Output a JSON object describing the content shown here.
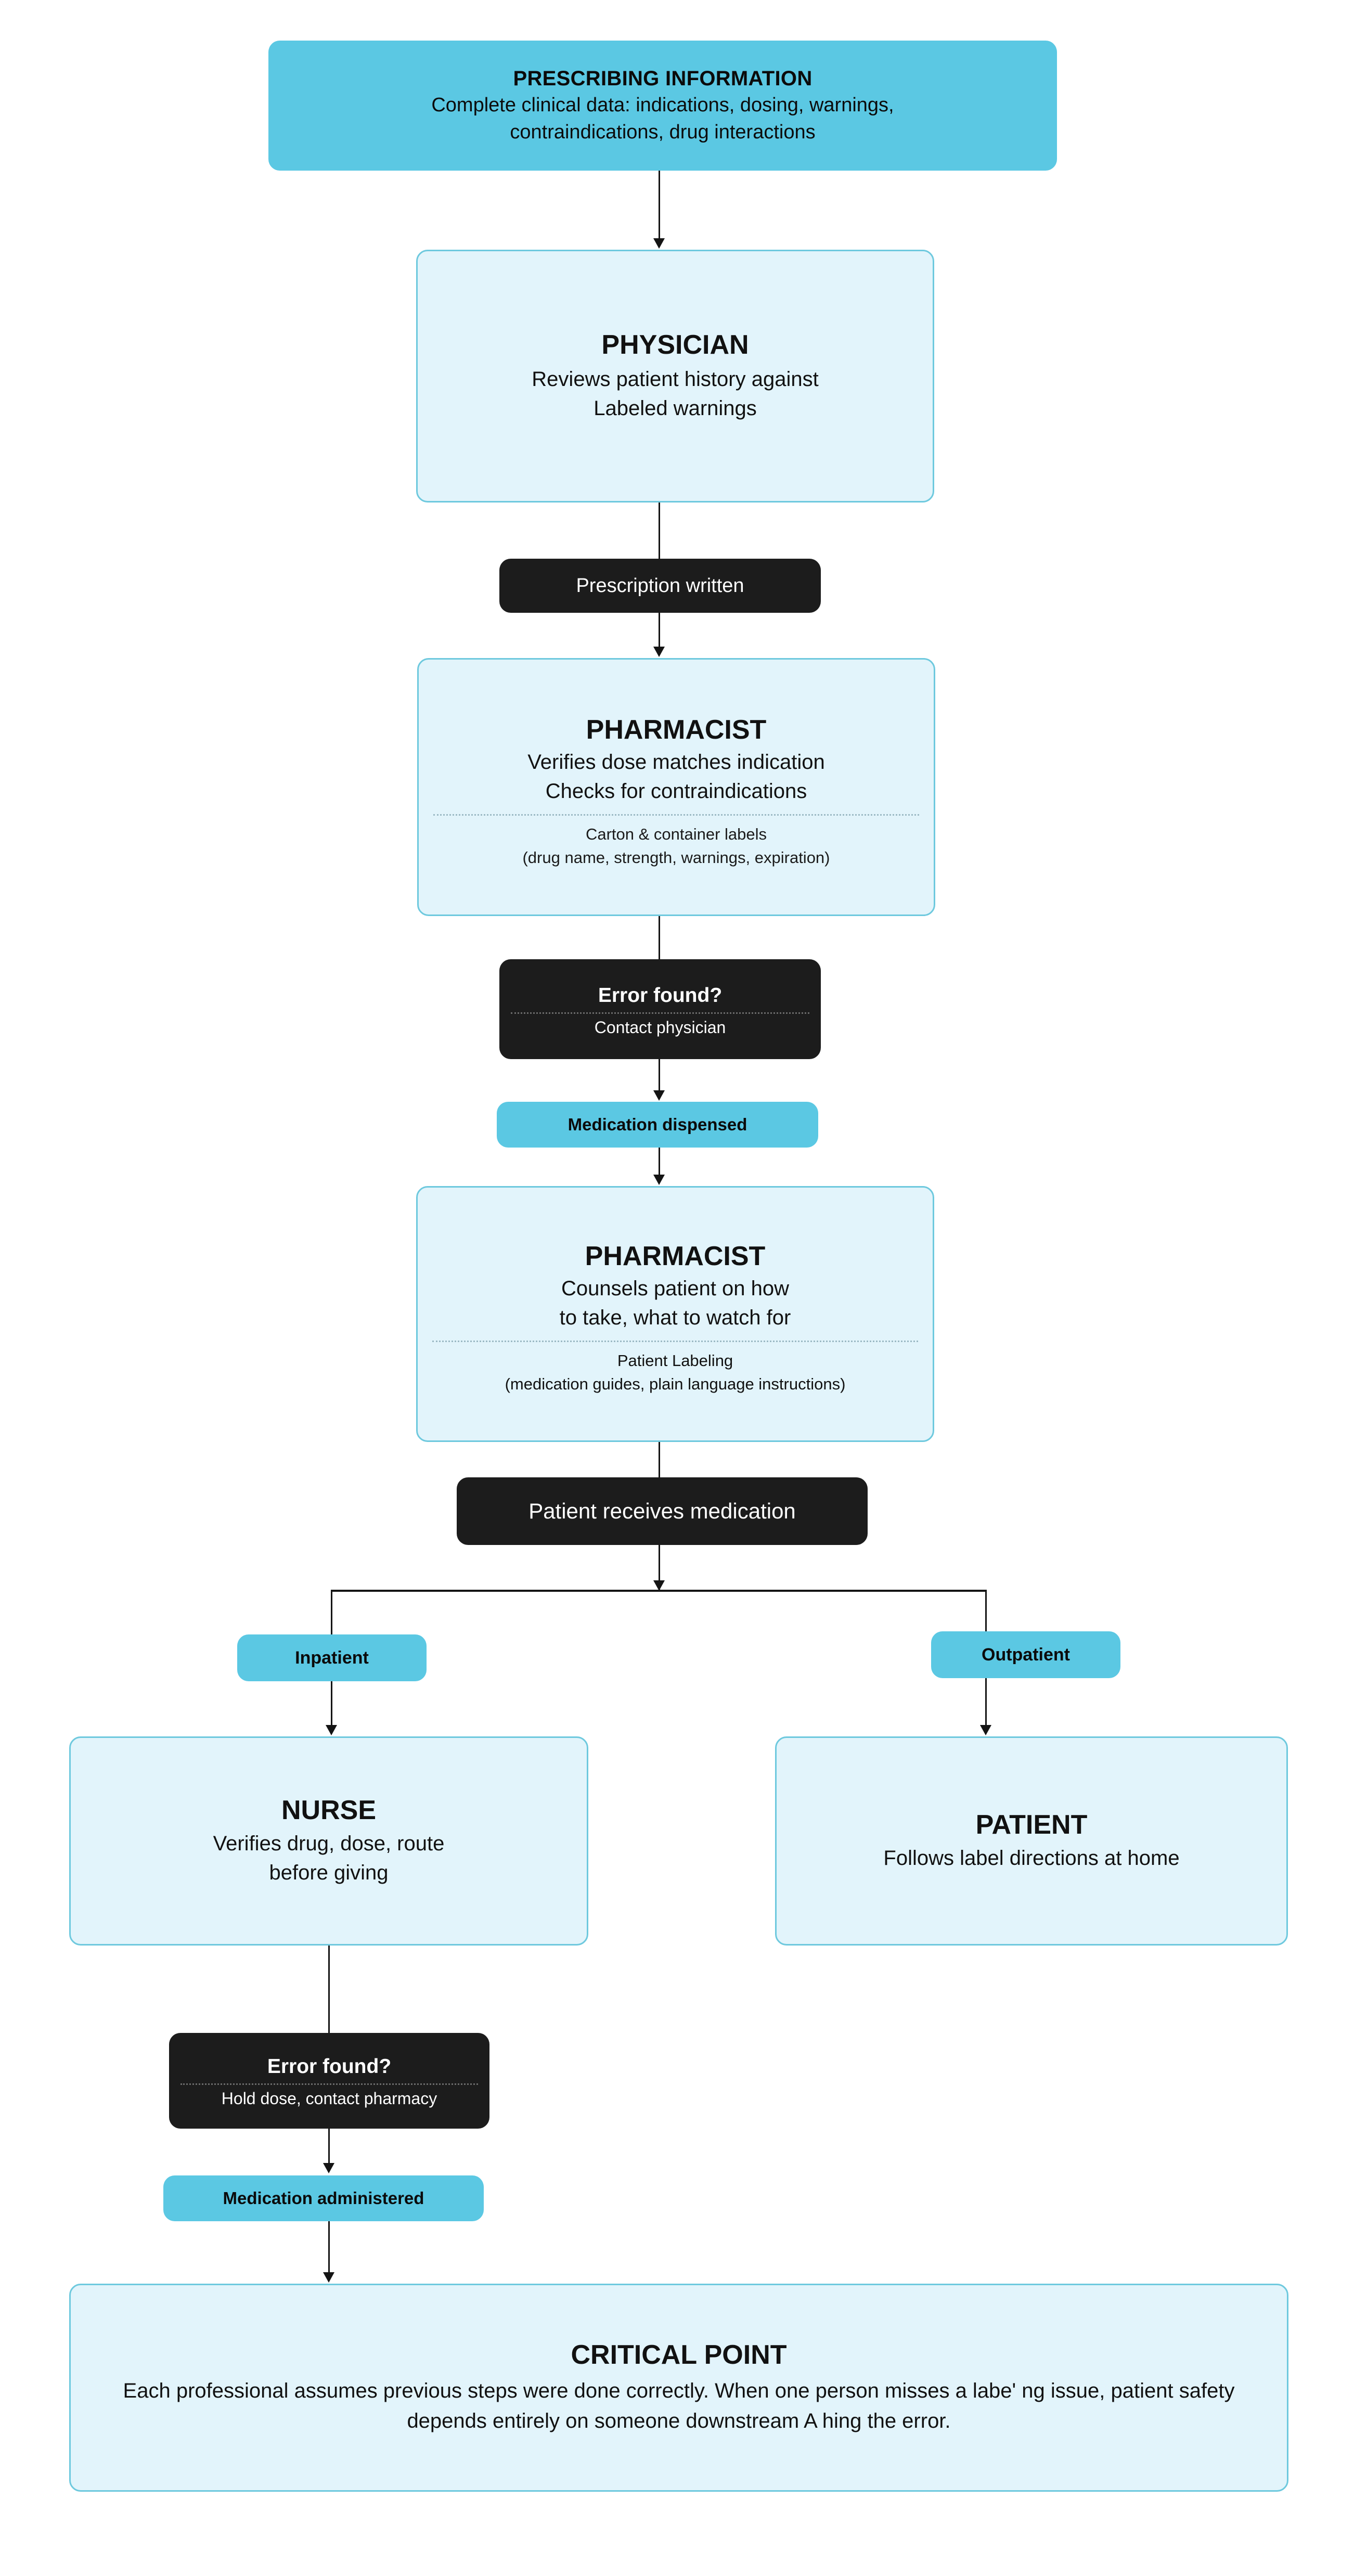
{
  "diagram": {
    "title": "Medication labeling handoff flowchart",
    "colors": {
      "accent_cyan": "#5BC8E3",
      "node_fill_light": "#E2F4FB",
      "node_border_light": "#6EC9DE",
      "dark_node": "#1C1C1C",
      "connector": "#141414",
      "background": "#FFFFFF"
    }
  },
  "nodes": {
    "prescribing": {
      "title": "PRESCRIBING INFORMATION",
      "subtitle": "Complete clinical data: indications, dosing, warnings,\ncontraindications, drug interactions"
    },
    "physician": {
      "title": "PHYSICIAN",
      "subtitle": "Reviews patient history against\nLabeled warnings"
    },
    "prescription_written": {
      "label": "Prescription written"
    },
    "pharmacist_verify": {
      "title": "PHARMACIST",
      "subtitle": "Verifies dose matches indication\nChecks for contraindications",
      "meta": "Carton & container labels\n(drug name, strength, warnings, expiration)"
    },
    "error_found_pharmacy": {
      "title": "Error found?",
      "action": "Contact physician"
    },
    "medication_dispensed": {
      "label": "Medication dispensed"
    },
    "pharmacist_counsel": {
      "title": "PHARMACIST",
      "subtitle": "Counsels patient on how\nto take, what to watch for",
      "meta": "Patient Labeling\n(medication guides, plain language instructions)"
    },
    "patient_receives": {
      "label": "Patient receives medication"
    },
    "branch_inpatient": {
      "label": "Inpatient"
    },
    "branch_outpatient": {
      "label": "Outpatient"
    },
    "nurse": {
      "title": "NURSE",
      "subtitle": "Verifies drug, dose, route\nbefore giving"
    },
    "patient": {
      "title": "PATIENT",
      "subtitle": "Follows label directions at home"
    },
    "error_found_nurse": {
      "title": "Error found?",
      "action": "Hold dose, contact pharmacy"
    },
    "medication_administered": {
      "label": "Medication administered"
    },
    "critical_point": {
      "title": "CRITICAL POINT",
      "subtitle": "Each professional assumes previous steps were done correctly. When one person misses a labe' ng issue, patient safety depends entirely on someone downstream A hing the error."
    }
  }
}
